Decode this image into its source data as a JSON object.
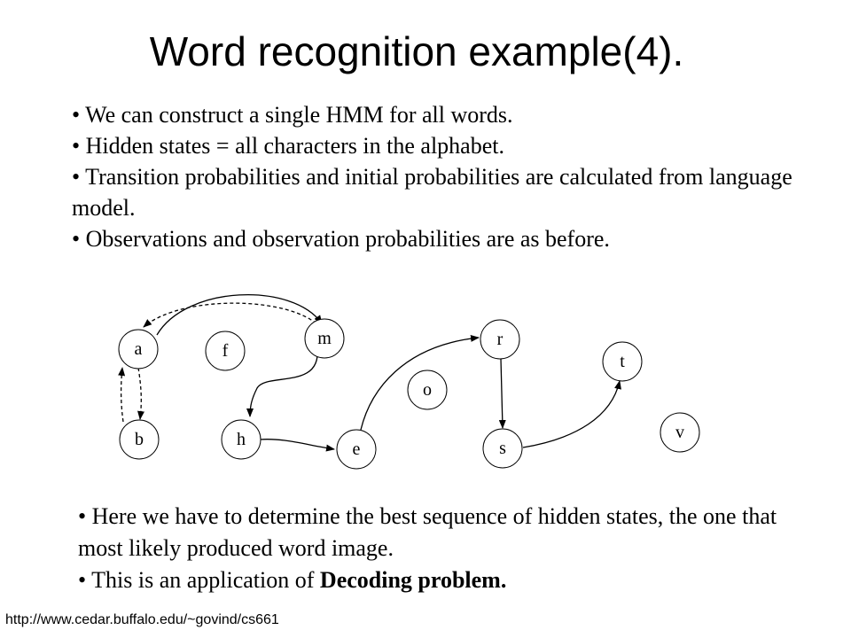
{
  "slide": {
    "title": "Word recognition example(4).",
    "bullets_top": [
      "• We can construct a single HMM for all words.",
      "• Hidden states = all characters in the alphabet.",
      "• Transition probabilities and initial probabilities are calculated from language model.",
      "• Observations and observation probabilities are as before."
    ],
    "bullets_bottom": {
      "item1": "• Here we have to determine the best sequence of hidden states, the one that most likely produced word image.",
      "item2_prefix": "• This is an application of ",
      "item2_bold": "Decoding problem."
    },
    "footer_url": "http://www.cedar.buffalo.edu/~govind/cs661"
  },
  "diagram": {
    "nodes": {
      "a": "a",
      "b": "b",
      "f": "f",
      "m": "m",
      "h": "h",
      "e": "e",
      "o": "o",
      "r": "r",
      "s": "s",
      "t": "t",
      "v": "v"
    }
  }
}
